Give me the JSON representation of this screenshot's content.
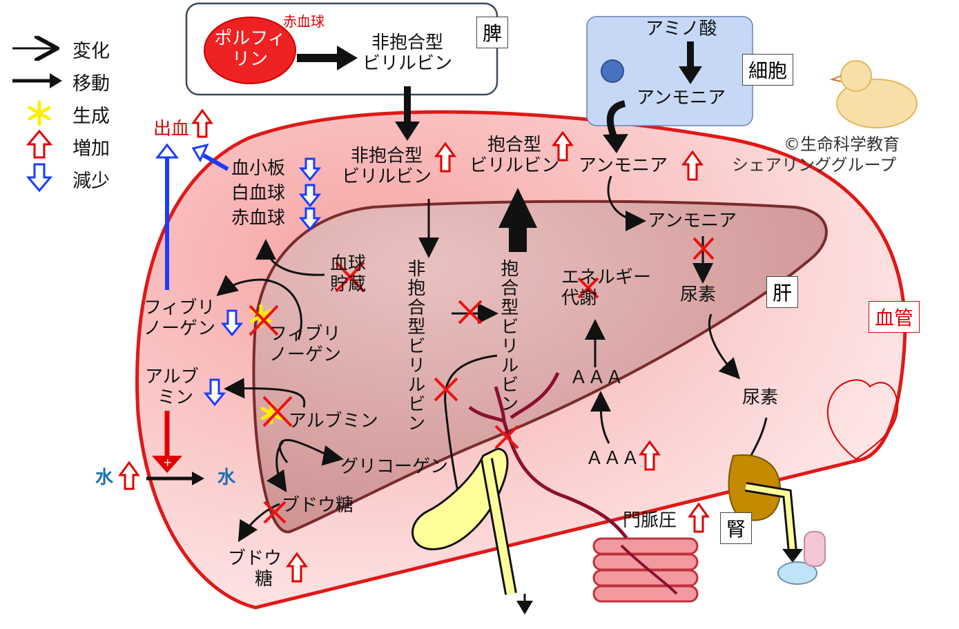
{
  "legend": {
    "change": "変化",
    "move": "移動",
    "generate": "生成",
    "increase": "増加",
    "decrease": "減少"
  },
  "spleen": {
    "label": "脾",
    "rbc": "赤血球",
    "porphyrin_line1": "ポルフィ",
    "porphyrin_line2": "リン",
    "unconj_line1": "非抱合型",
    "unconj_line2": "ビリルビン"
  },
  "cell": {
    "label": "細胞",
    "amino_acid": "アミノ酸",
    "ammonia": "アンモニア"
  },
  "blood": {
    "label": "血管",
    "bleeding": "出血",
    "platelet": "血小板",
    "wbc": "白血球",
    "rbc": "赤血球",
    "fibrinogen_line1": "フィブリ",
    "fibrinogen_line2": "ノーゲン",
    "albumin_line1": "アルブ",
    "albumin_line2": "ミン",
    "water_in": "水",
    "water_out": "水",
    "glucose_line1": "ブドウ",
    "glucose_line2": "糖",
    "unconj_line1": "非抱合型",
    "unconj_line2": "ビリルビン",
    "conj_line1": "抱合型",
    "conj_line2": "ビリルビン",
    "ammonia": "アンモニア",
    "urea": "尿素",
    "aaa": "ＡＡＡ",
    "portal_pressure": "門脈圧"
  },
  "liver": {
    "label": "肝",
    "blood_storage_line1": "血球",
    "blood_storage_line2": "貯蔵",
    "fibrinogen_line1": "フィブリ",
    "fibrinogen_line2": "ノーゲン",
    "albumin": "アルブミン",
    "glycogen": "グリコーゲン",
    "glucose": "ブドウ糖",
    "unconj_vertical": "非抱合型ビリルビン",
    "conj_vertical": "抱合型ビリルビン",
    "energy_line1": "エネルギー",
    "energy_line2": "代謝",
    "ammonia": "アンモニア",
    "urea": "尿素",
    "aaa": "ＡＡＡ"
  },
  "kidney": {
    "label": "腎"
  },
  "copyright_line1": "©生命科学教育",
  "copyright_line2": "シェアリンググループ",
  "colors": {
    "vessel_fill": "#fbd3d3",
    "vessel_stroke": "#e01818",
    "liver_fill": "#d49a9a",
    "liver_stroke": "#7a2b2b",
    "increase": "#e00000",
    "decrease": "#1a3cff",
    "spark": "#ffee00"
  }
}
